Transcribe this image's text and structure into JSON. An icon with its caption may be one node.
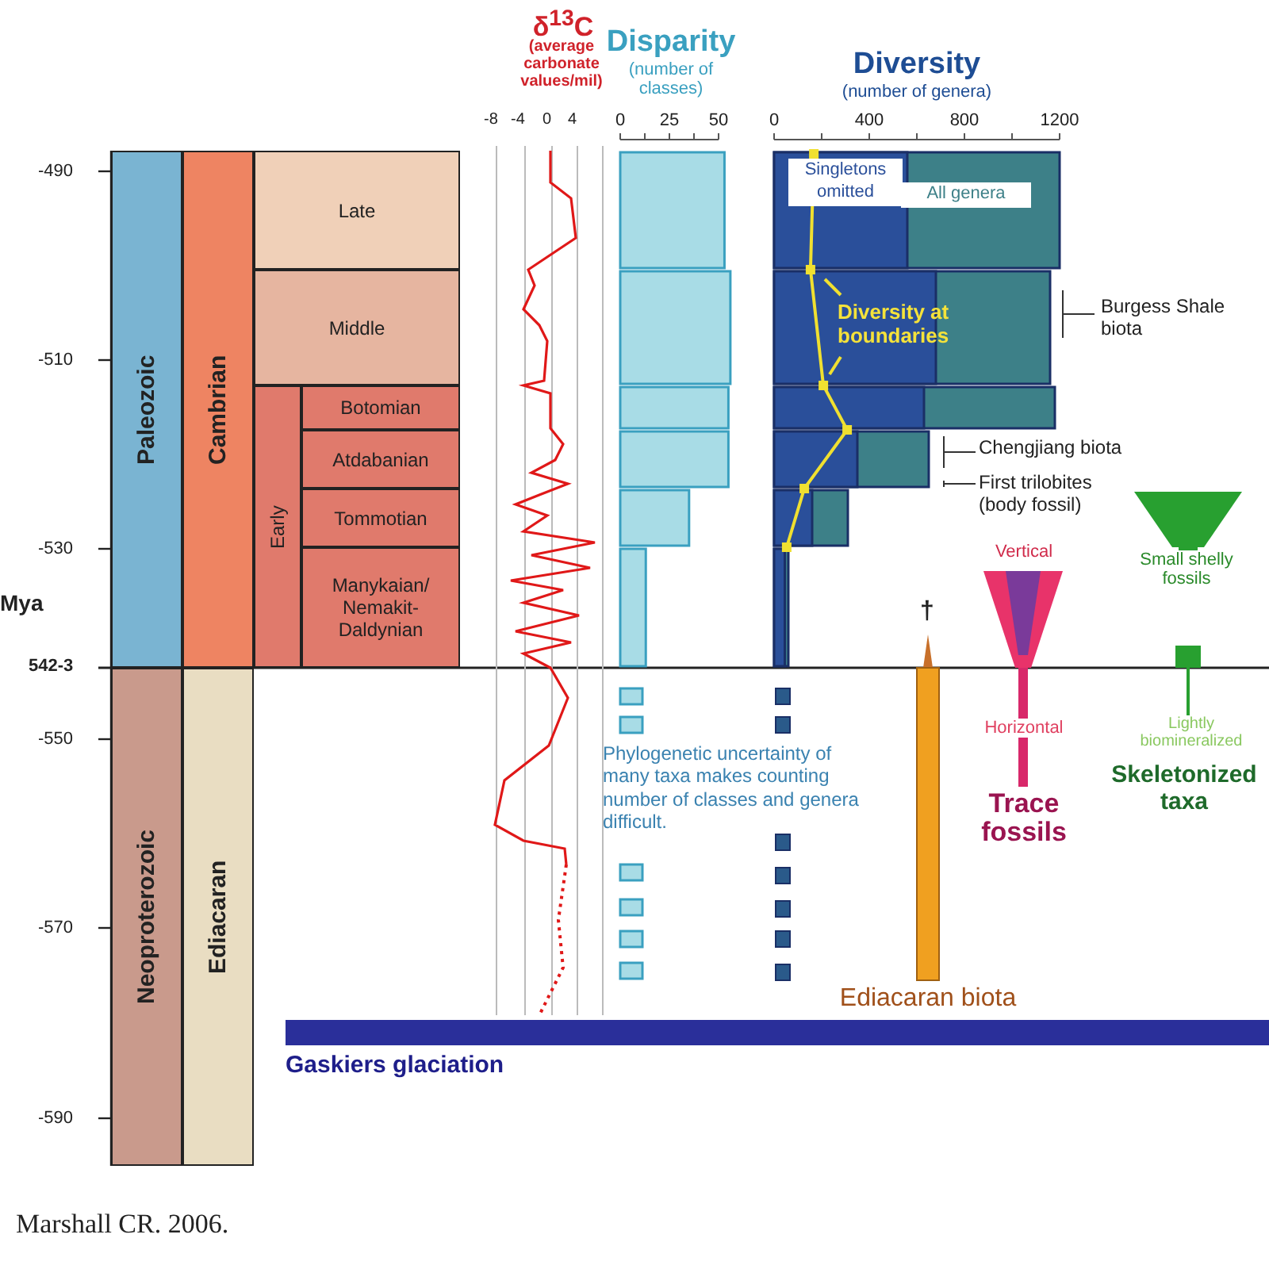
{
  "diagram": {
    "nodes": [
      {
        "text": [
          "Paleozoic"
        ]
      },
      {
        "text": [
          "Cambrian"
        ]
      },
      {
        "text": [
          "Late"
        ]
      },
      {
        "text": [
          "Middle"
        ]
      },
      {
        "text": [
          "Early"
        ]
      },
      {
        "text": [
          "Botomian"
        ]
      },
      {
        "text": [
          "Atdabanian"
        ]
      },
      {
        "text": [
          "Tommotian"
        ]
      },
      {
        "text": [
          "Manykaian/ Nemakit-Daldynian"
        ]
      },
      {
        "text": [
          "Neoproterozoic"
        ]
      },
      {
        "text": [
          "Ediacaran"
        ]
      },
      {
        "text": [
          "Ediacaran biota"
        ]
      },
      {
        "text": [
          "Vertical",
          "Horizontal",
          "Trace fossils"
        ]
      },
      {
        "text": [
          "Small shelly fossils",
          "Lightly biomineralized",
          "Skeletonized taxa"
        ]
      },
      {
        "text": [
          "Gaskiers glaciation"
        ]
      }
    ],
    "labels": [
      "δ$^{13}$C",
      "(average carbonate values/mil)",
      "-8",
      "-4",
      "0",
      "4",
      "-490",
      "-510",
      "-530",
      "Mya",
      "542-3",
      "-550",
      "-570",
      "-590",
      "Burgess Shale biota",
      "Chengjiang biota",
      "First trilobites (body fossil)",
      "†",
      "Phylogenetic uncertainty of many taxa makes counting number of classes and genera difficult.",
      "Marshall CR. 2006.",
      "Disparity",
      "(number of classes)",
      "0",
      "25",
      "50",
      "Diversity",
      "(number of genera)",
      "0",
      "400",
      "800",
      "1200",
      "Singletons omitted",
      "All genera",
      "Diversity at boundaries"
    ]
  }
}
